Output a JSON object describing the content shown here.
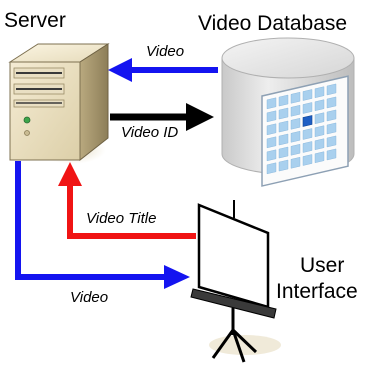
{
  "nodes": {
    "server": {
      "label": "Server"
    },
    "video_database": {
      "label": "Video Database"
    },
    "user_interface": {
      "label_line1": "User",
      "label_line2": "Interface"
    }
  },
  "edges": [
    {
      "from": "video_database",
      "to": "server",
      "label": "Video",
      "color": "#1414f0"
    },
    {
      "from": "server",
      "to": "video_database",
      "label": "Video ID",
      "color": "#000000"
    },
    {
      "from": "user_interface",
      "to": "server",
      "label": "Video Title",
      "color": "#f01414"
    },
    {
      "from": "server",
      "to": "user_interface",
      "label": "Video",
      "color": "#1414f0"
    }
  ],
  "icons": {
    "server": "server-tower-icon",
    "database": "database-cylinder-icon",
    "video_grid": "video-grid-icon",
    "ui": "projection-screen-icon"
  }
}
